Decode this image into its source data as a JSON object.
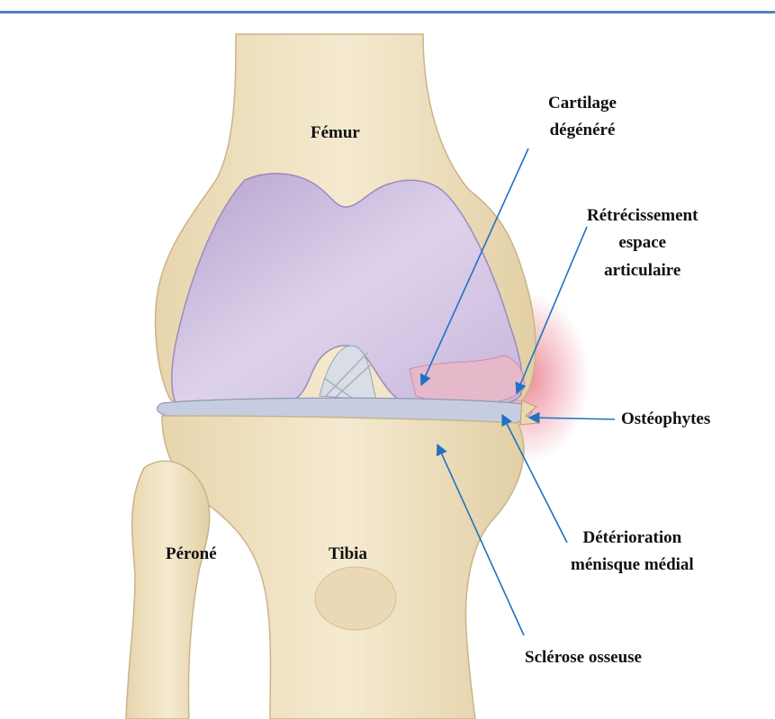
{
  "colors": {
    "rule": "#4f81bd",
    "arrow": "#1f72c4",
    "bone": "#efe1c1",
    "cartilage": "#c9b8dc",
    "inflammation": "#e0304a"
  },
  "labels": {
    "femur": "Fémur",
    "perone": "Péroné",
    "tibia": "Tibia",
    "cartilage_line1": "Cartilage",
    "cartilage_line2": "dégénéré",
    "narrowing_line1": "Rétrécissement",
    "narrowing_line2": "espace",
    "narrowing_line3": "articulaire",
    "osteophytes": "Ostéophytes",
    "meniscus_line1": "Détérioration",
    "meniscus_line2": "ménisque médial",
    "sclerosis": "Sclérose osseuse"
  }
}
